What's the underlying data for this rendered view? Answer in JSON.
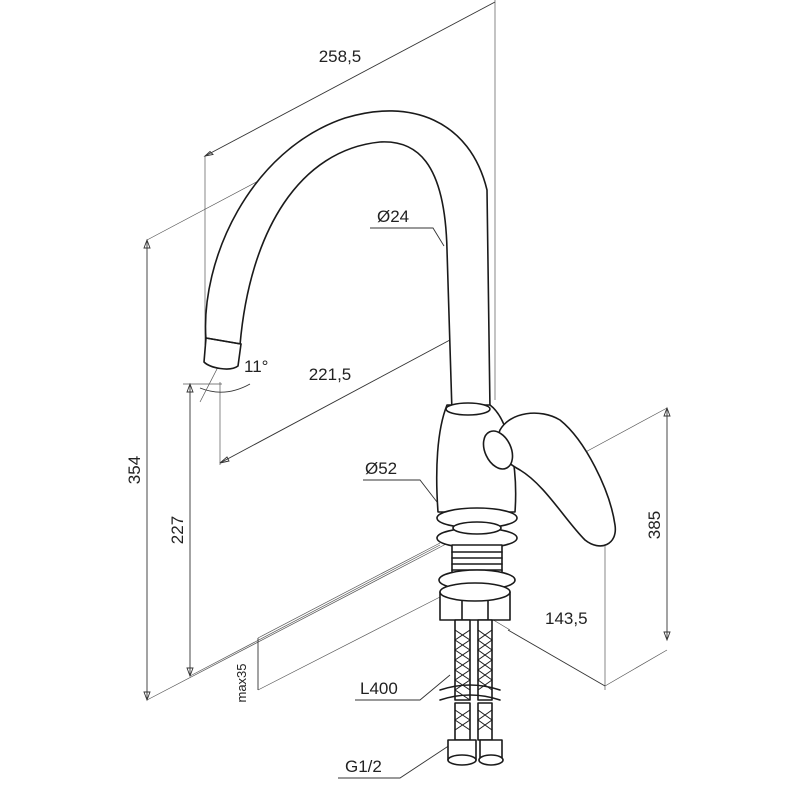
{
  "dimensions": {
    "overall_reach": "258,5",
    "spout_diameter": "Ø24",
    "body_diameter": "Ø52",
    "spout_angle": "11°",
    "spout_reach": "221,5",
    "total_height": "354",
    "outlet_height": "227",
    "handle_height": "385",
    "handle_reach": "143,5",
    "counter_thickness": "max35",
    "hose_length": "L400",
    "connection_thread": "G1/2"
  },
  "colors": {
    "line": "#1a1a1a",
    "background": "#ffffff"
  }
}
